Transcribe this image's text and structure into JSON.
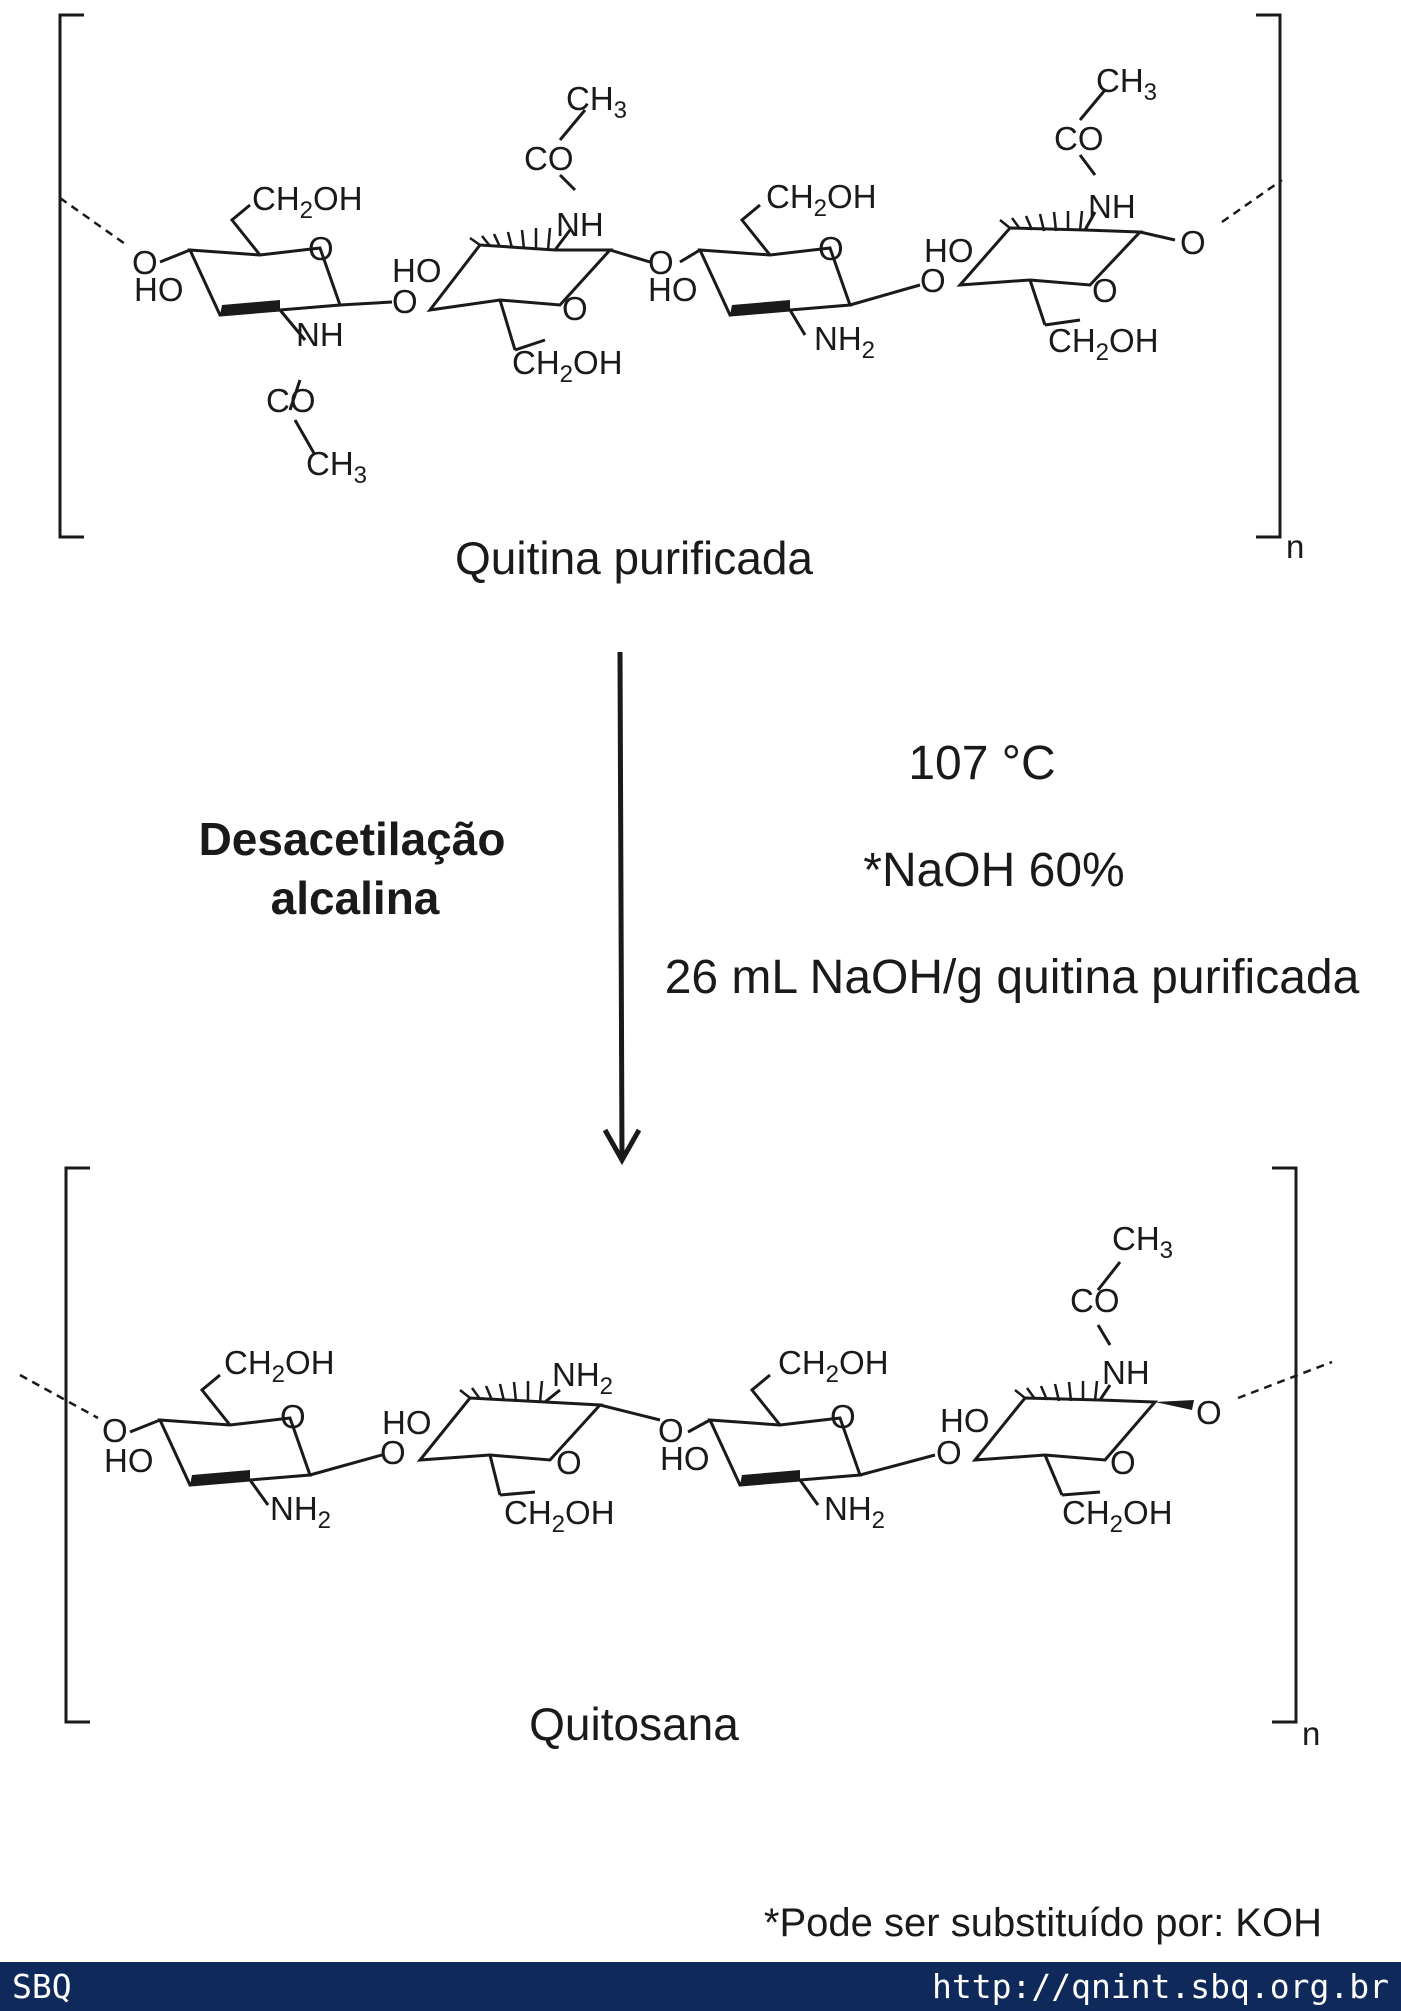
{
  "reactant": {
    "name": "Quitina purificada",
    "repeat_subscript": "n"
  },
  "product": {
    "name": "Quitosana",
    "repeat_subscript": "n"
  },
  "reaction": {
    "title_line1": "Desacetilação",
    "title_line2": "alcalina",
    "conditions": [
      "107 °C",
      "*NaOH 60%",
      "26 mL NaOH/g quitina purificada"
    ]
  },
  "groups": {
    "ch2oh_a": "CH",
    "ch2oh_b": "2",
    "ch2oh_c": "OH",
    "ch3_a": "CH",
    "ch3_b": "3",
    "nh2_a": "NH",
    "nh2_b": "2",
    "co": "CO",
    "nh": "NH",
    "ho": "HO",
    "o": "O"
  },
  "footnote": "*Pode ser substituído por: KOH",
  "footer": {
    "left": "SBQ",
    "right": "http://qnint.sbq.org.br"
  },
  "colors": {
    "ink": "#1a1a1a",
    "footer_bg": "#0f2a5a",
    "footer_text": "#ffffff"
  }
}
